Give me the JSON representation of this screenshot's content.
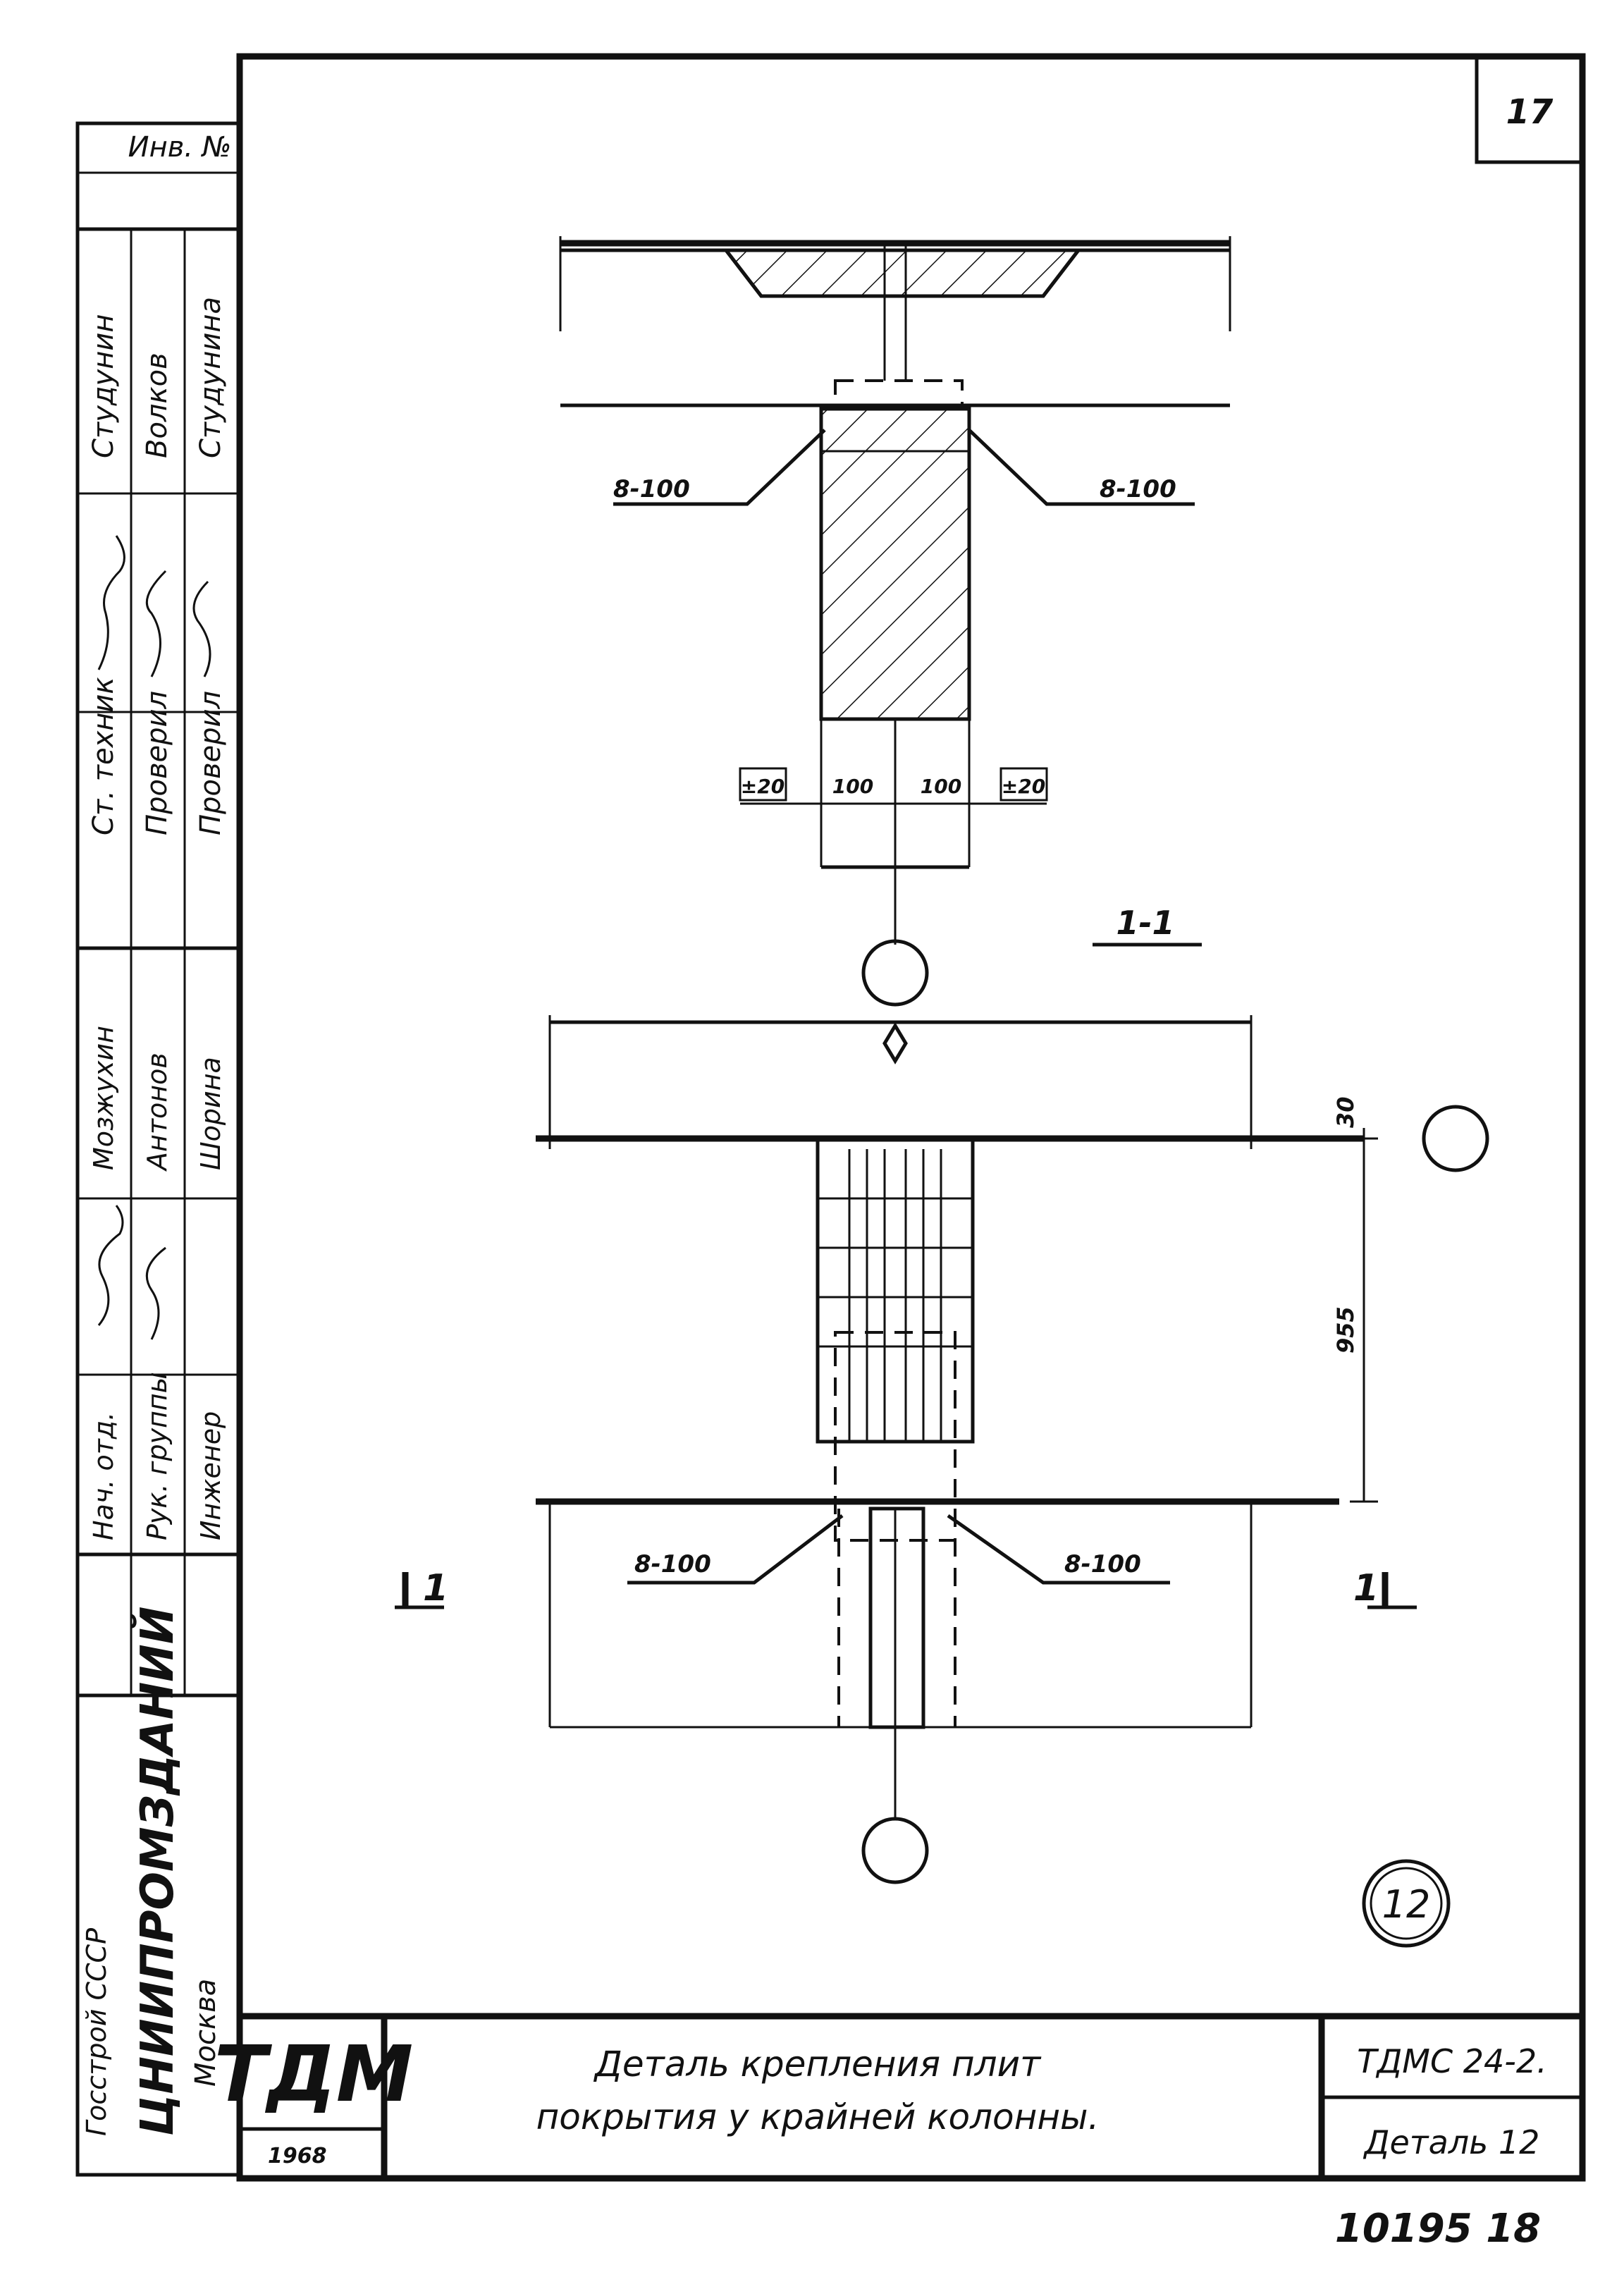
{
  "sheet_number": "17",
  "stamp": {
    "inv_label": "Инв. №",
    "left_roles": [
      "Ст. техник",
      "Проверил",
      "Проверил"
    ],
    "left_signers": [
      "Студунин",
      "Волков",
      "Студунина"
    ],
    "bottom_roles": [
      "Нач. отд.",
      "Рук. группы",
      "Инженер"
    ],
    "bottom_signers": [
      "Мозжухин",
      "Антонов",
      "Шорина"
    ],
    "org_line1": "Госстрой СССР",
    "org_line2": "ЦНИИПРОМЗДАНИЙ",
    "org_line3": "Москва"
  },
  "title_block": {
    "logo": "ТДМ",
    "year": "1968",
    "title_line1": "Деталь крепления плит",
    "title_line2": "покрытия у крайней колонны.",
    "code": "ТДМС 24-2.",
    "detail": "Деталь 12"
  },
  "drawing": {
    "section_label": "1-1",
    "leader_labels": [
      "8-100",
      "8-100",
      "8-100",
      "8-100"
    ],
    "dims_top": [
      "±20",
      "100",
      "100",
      "±20"
    ],
    "dim_side_top": "30",
    "dim_side_main": "955",
    "cut_mark_left": "1",
    "cut_mark_right": "1",
    "detail_number": "12"
  },
  "archive_number": "10195 18"
}
